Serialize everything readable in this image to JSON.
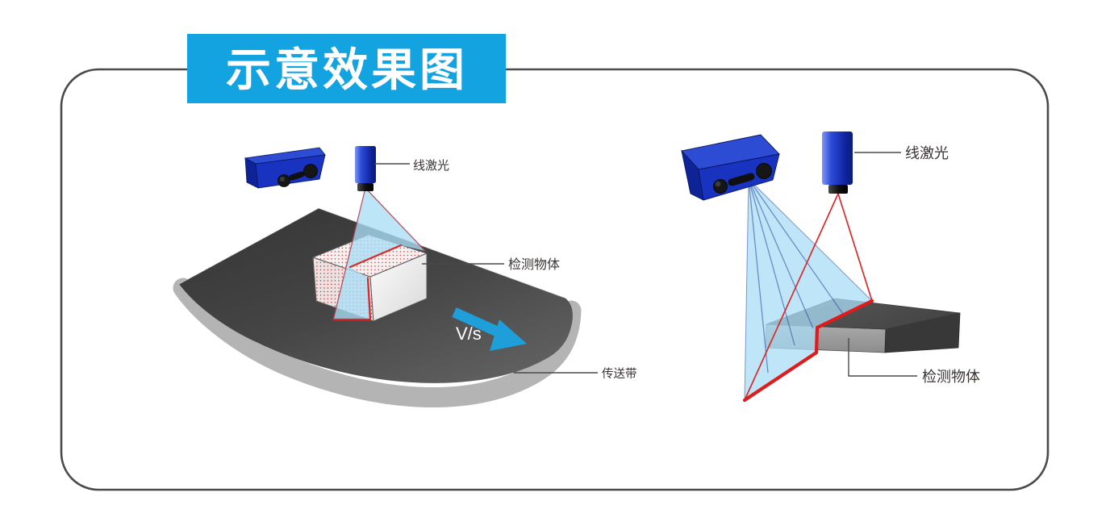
{
  "title": {
    "text": "示意效果图"
  },
  "left_diagram": {
    "laser_label": "线激光",
    "object_label": "检测物体",
    "belt_label": "传送带",
    "velocity_label": "V/s"
  },
  "right_diagram": {
    "laser_label": "线激光",
    "object_label": "检测物体"
  },
  "colors": {
    "banner_blue": "#14a3e1",
    "title_text": "#ffffff",
    "arrow_blue": "#1f9fd9",
    "laser_red": "#d82a2a",
    "profile_red": "#e01b1b",
    "beam_blue": "#a9def6",
    "ray_dark_blue": "#24409f",
    "device_blue": "#1733c0",
    "belt_dark": "#3d3d3d",
    "belt_edge_gray": "#b4b4b4",
    "box_face_white": "#f6f1f0",
    "slab_gray_top": "#4c4c4c",
    "slab_gray_front": "#9c9c9c",
    "frame_border": "#4a4a4a",
    "label_color": "#3a3433"
  }
}
